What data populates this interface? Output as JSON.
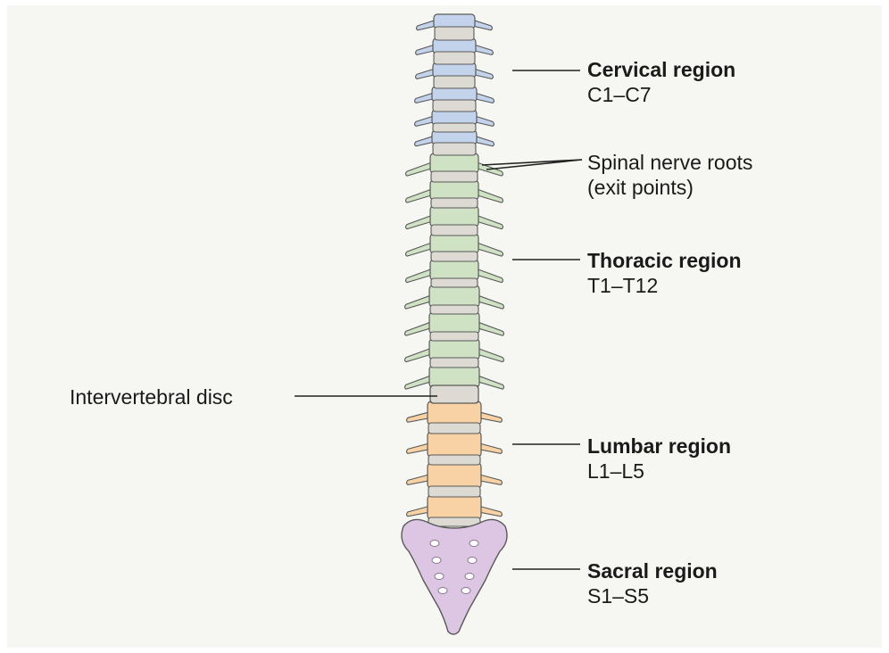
{
  "labels": {
    "cervical": {
      "title": "Cervical region",
      "range": "C1–C7"
    },
    "nerve": {
      "line1": "Spinal nerve roots",
      "line2": "(exit points)"
    },
    "thoracic": {
      "title": "Thoracic region",
      "range": "T1–T12"
    },
    "disc": "Intervertebral disc",
    "lumbar": {
      "title": "Lumbar region",
      "range": "L1–L5"
    },
    "sacral": {
      "title": "Sacral region",
      "range": "S1–S5"
    }
  },
  "colors": {
    "cervical": "#c4d3ec",
    "thoracic": "#cfe3c4",
    "lumbar": "#f8d2a4",
    "sacral": "#ddc6e4",
    "disc": "#dcdad2",
    "outline": "#5a5a5a",
    "background": "#f6f6f3"
  }
}
